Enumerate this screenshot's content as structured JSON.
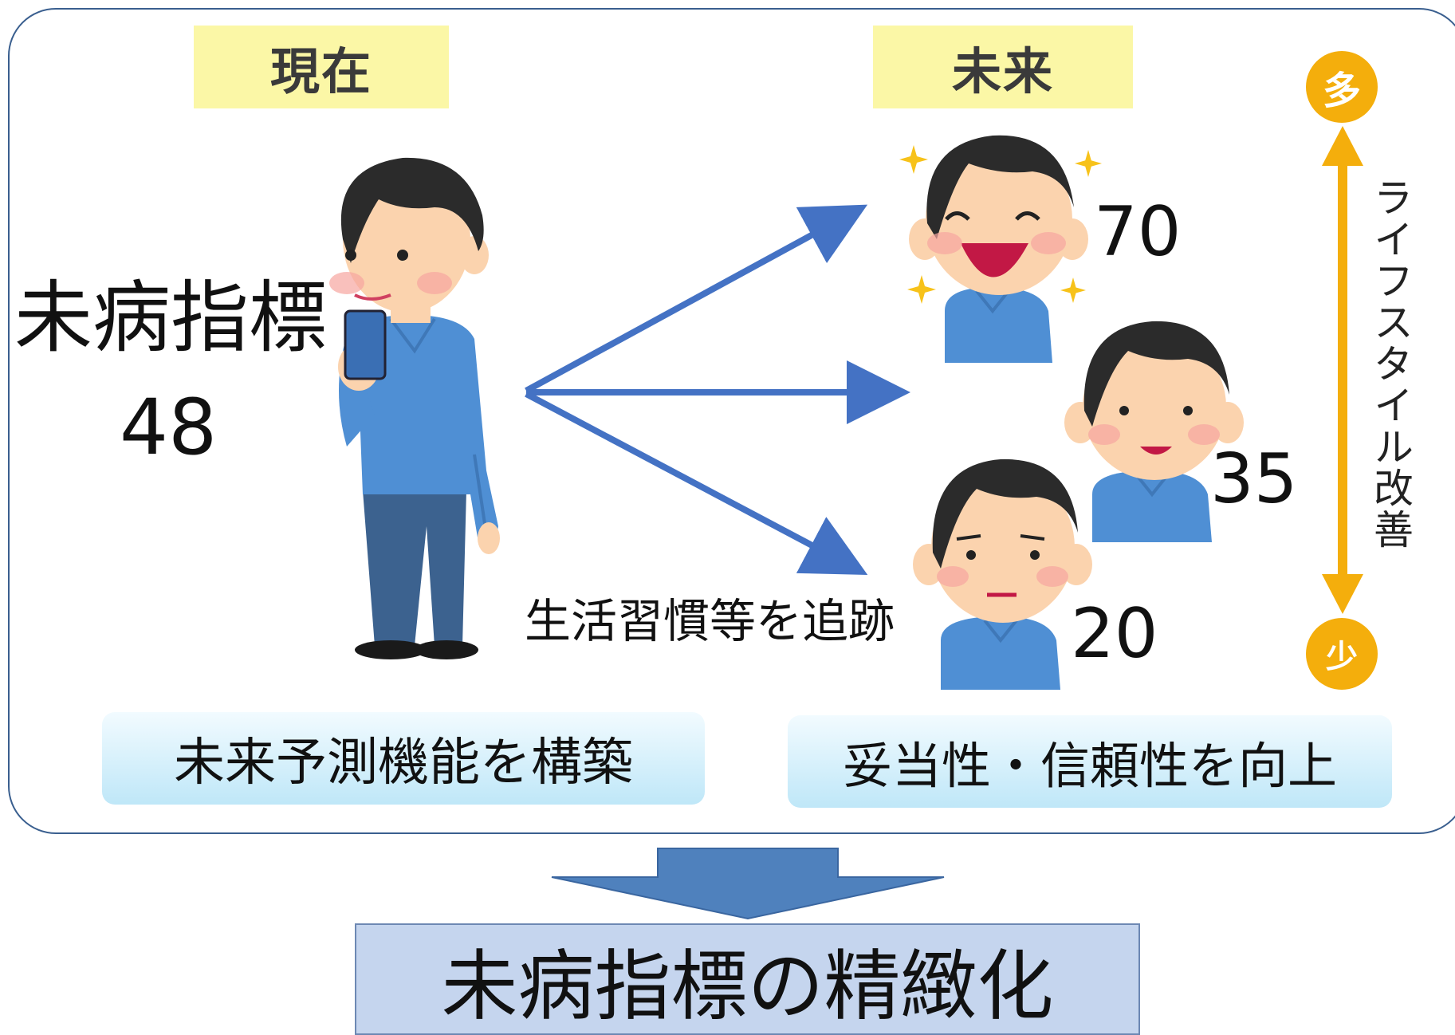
{
  "present_label": "現在",
  "future_label": "未来",
  "index_label": "未病指標",
  "current_value": "48",
  "future_values": [
    "70",
    "35",
    "20"
  ],
  "tracking_text": "生活習慣等を追跡",
  "build_pill": "未来予測機能を構築",
  "improve_pill": "妥当性・信頼性を向上",
  "scale": {
    "high": "多",
    "low": "少",
    "label": "ライフスタイル改善"
  },
  "result_label": "未病指標の精緻化",
  "colors": {
    "panel_border": "#3a5f8f",
    "label_bg": "#fbf7a6",
    "arrow_blue": "#4472c4",
    "scale_orange": "#f4ae0c",
    "pill_bg": "#c9ecfa",
    "result_bg": "#c5d5ee",
    "shirt": "#4f8fd4",
    "pants": "#3c628f"
  },
  "icons": [
    "standing-person-with-phone-icon",
    "laughing-face-icon",
    "smiling-face-icon",
    "neutral-face-icon",
    "sparkle-icon"
  ]
}
